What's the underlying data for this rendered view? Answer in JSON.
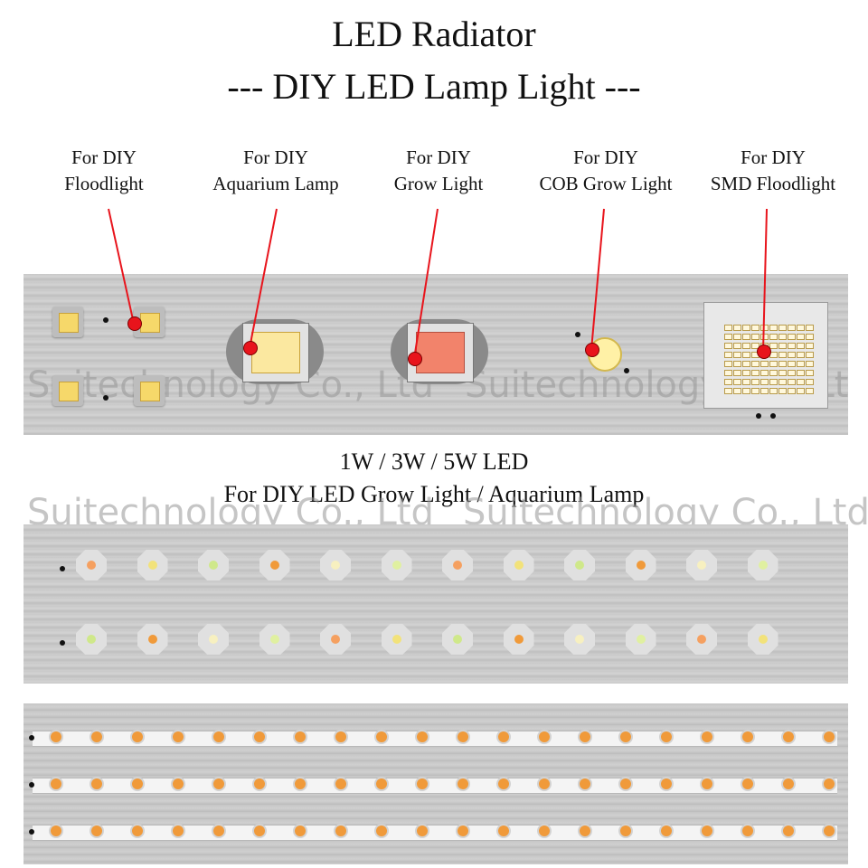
{
  "header": {
    "title": "LED Radiator",
    "subtitle": "--- DIY LED Lamp Light ---"
  },
  "labels": [
    {
      "line1": "For DIY",
      "line2": "Floodlight"
    },
    {
      "line1": "For DIY",
      "line2": "Aquarium Lamp"
    },
    {
      "line1": "For DIY",
      "line2": "Grow Light"
    },
    {
      "line1": "For DIY",
      "line2": "COB Grow Light"
    },
    {
      "line1": "For DIY",
      "line2": "SMD Floodlight"
    }
  ],
  "middle": {
    "line1": "1W / 3W / 5W LED",
    "line2": "For DIY LED Grow Light / Aquarium Lamp"
  },
  "watermark": "Suitechnology Co., Ltd",
  "colors": {
    "pointer": "#e8141c",
    "panel": "#cccccc"
  }
}
